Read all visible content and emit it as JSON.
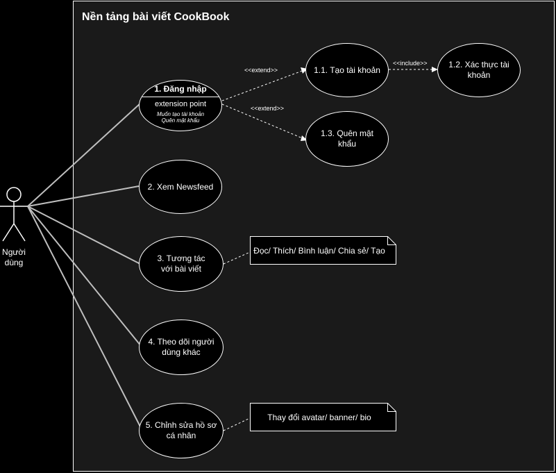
{
  "system": {
    "title": "Nền tảng bài viết CookBook"
  },
  "actor": {
    "label": "Người dùng"
  },
  "use_cases": {
    "login": {
      "title": "1. Đăng nhập",
      "extension_point": "extension point",
      "ext_items": [
        "Muốn tạo tài khoản",
        "Quên mật khẩu"
      ]
    },
    "create_account": {
      "label": "1.1. Tạo tài khoản"
    },
    "verify_account": {
      "label": "1.2. Xác thực tài khoản"
    },
    "forgot_password": {
      "label": "1.3. Quên mật khẩu"
    },
    "newsfeed": {
      "label": "2. Xem Newsfeed"
    },
    "interact": {
      "label": "3. Tương tác với bài viết"
    },
    "follow": {
      "label": "4. Theo dõi người dùng khác"
    },
    "edit_profile": {
      "label": "5. Chỉnh sửa hồ sơ cá nhân"
    }
  },
  "notes": {
    "interact_note": "Đọc/ Thích/ Bình luận/ Chia sẻ/ Tạo",
    "profile_note": "Thay đổi avatar/ banner/ bio"
  },
  "relations": {
    "extend_1": "<<extend>>",
    "extend_2": "<<extend>>",
    "include": "<<include>>"
  }
}
